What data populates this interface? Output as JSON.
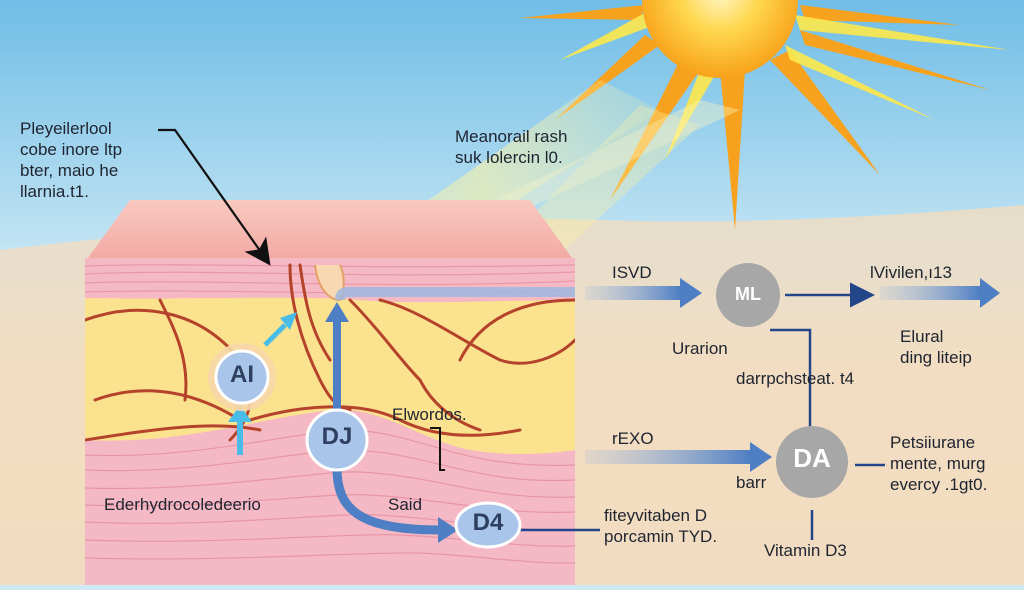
{
  "annotations": {
    "top_left": [
      "Pleyeilerlool",
      "cobe inore ltp",
      "bter, maio he",
      "llarnia.t1."
    ],
    "top_middle": [
      "Meanorail rash",
      "suk lolercin l0."
    ],
    "elwordos": "Elwordos.",
    "deh": "Ederhydrocoledeerio",
    "said": "Said",
    "isvd": "ISVD",
    "viviler": "lVivilen,ı13",
    "urarion": "Urarion",
    "elural": [
      "Elural",
      "ding liteip"
    ],
    "darrp": "darrpchsteat. t4",
    "rexo": "rEXO",
    "barr": "barr",
    "petsi": [
      "Petsiiurane",
      "mente, murg",
      "evercy .1gt0."
    ],
    "fitey": [
      "fiteyvitaben D",
      "porcamin TYD."
    ],
    "vitd3": "Vitamin D3"
  },
  "nodes": {
    "ai": "AI",
    "dj": "DJ",
    "d4": "D4",
    "ml": "ML",
    "da": "DA"
  },
  "colors": {
    "sky_top": "#6fbde6",
    "sand": "#f1dcc0",
    "sun_core": "#ffc93a",
    "sun_ray": "#f6a21e",
    "skin_top": "#f6b7b2",
    "skin_pink": "#f4b9c4",
    "fat_yellow": "#fbe28f",
    "vessel": "#b5422a",
    "arrow_blue": "#4e7fc4",
    "arrow_cyan": "#49bde7",
    "node_grey": "#a7a7a7",
    "node_blue": "#a9c6ea",
    "line_navy": "#23468a"
  },
  "icons": [
    "sun-icon"
  ]
}
